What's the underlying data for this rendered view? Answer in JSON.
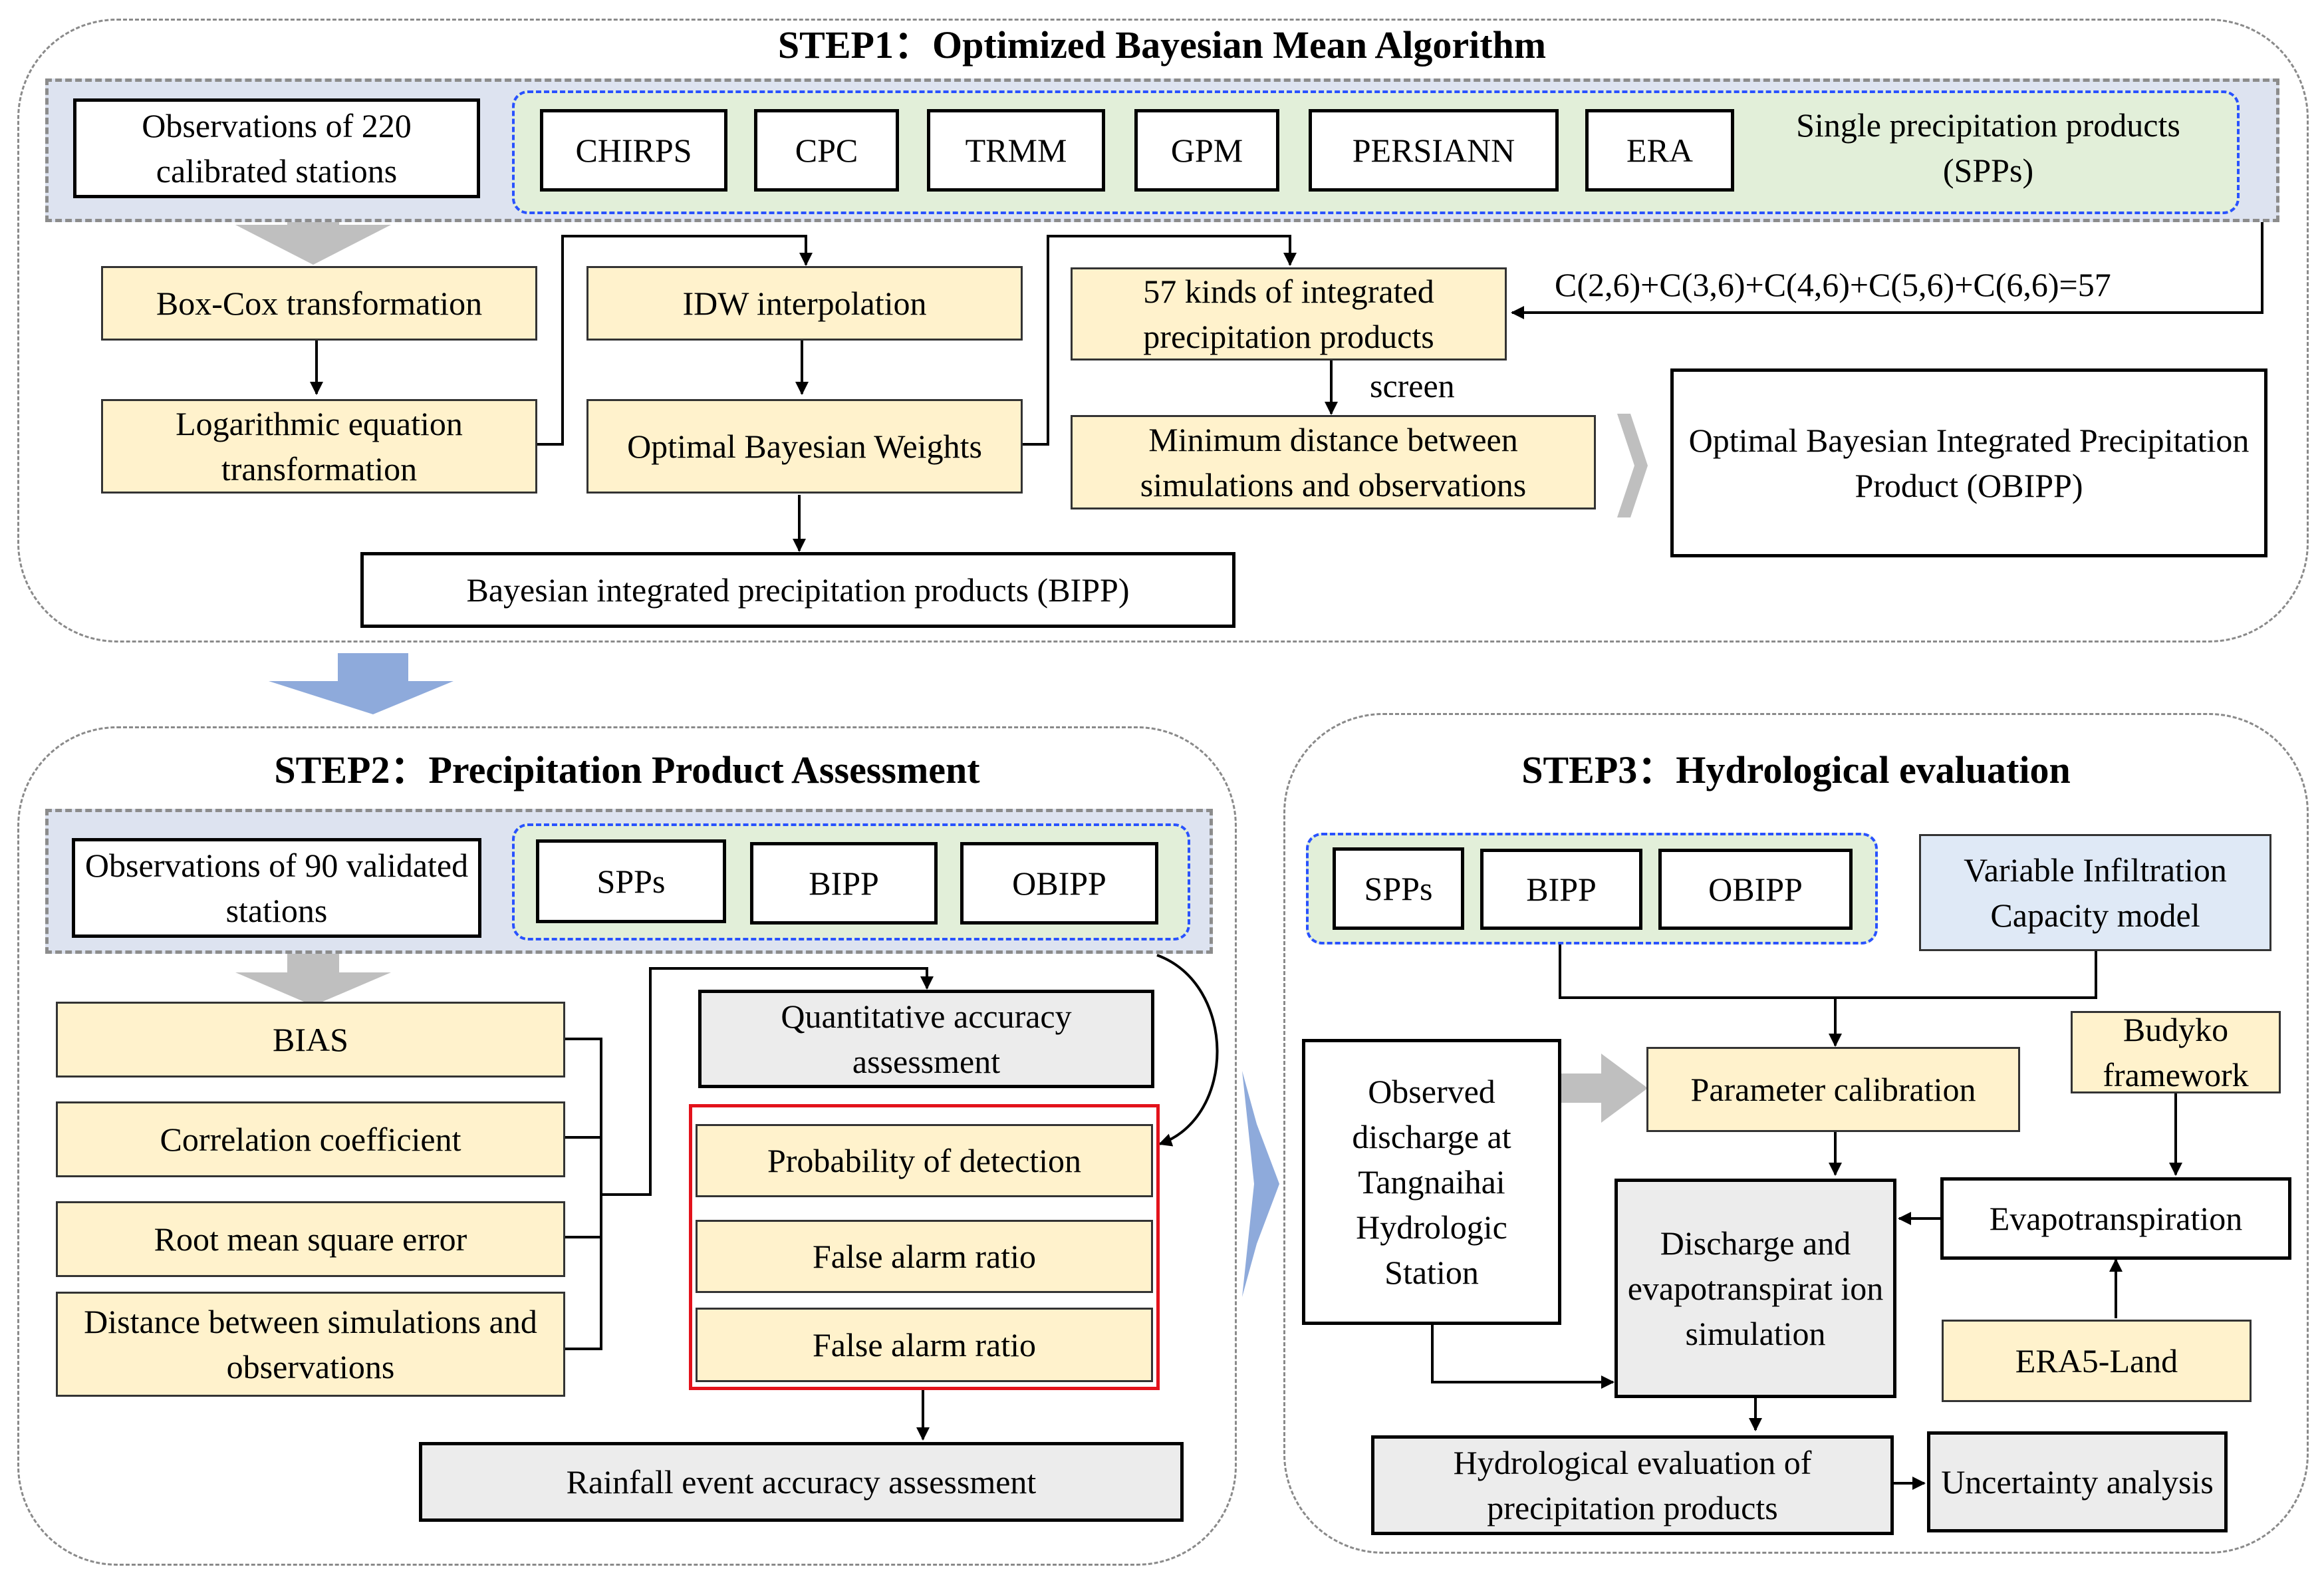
{
  "step1": {
    "title": "STEP1：Optimized Bayesian Mean Algorithm",
    "observations": "Observations of 220 calibrated stations",
    "spps": [
      "CHIRPS",
      "CPC",
      "TRMM",
      "GPM",
      "PERSIANN",
      "ERA"
    ],
    "spp_label": "Single precipitation products (SPPs)",
    "box_cox": "Box-Cox transformation",
    "log_eq": "Logarithmic equation transformation",
    "idw": "IDW interpolation",
    "optimal_weights": "Optimal Bayesian Weights",
    "kinds57": "57 kinds of integrated precipitation products",
    "formula": "C(2,6)+C(3,6)+C(4,6)+C(5,6)+C(6,6)=57",
    "screen": "screen",
    "min_distance": "Minimum distance between simulations and observations",
    "obipp": "Optimal Bayesian Integrated Precipitation Product (OBIPP)",
    "bipp": "Bayesian integrated precipitation products (BIPP)"
  },
  "step2": {
    "title": "STEP2：Precipitation Product Assessment",
    "observations": "Observations of 90 validated stations",
    "products": [
      "SPPs",
      "BIPP",
      "OBIPP"
    ],
    "metrics": [
      "BIAS",
      "Correlation coefficient",
      "Root mean square error",
      "Distance between simulations and observations"
    ],
    "quantitative": "Quantitative accuracy assessment",
    "event_metrics": [
      "Probability of detection",
      "False alarm ratio",
      "False alarm ratio"
    ],
    "rainfall_event": "Rainfall event accuracy assessment"
  },
  "step3": {
    "title": "STEP3：Hydrological evaluation",
    "products": [
      "SPPs",
      "BIPP",
      "OBIPP"
    ],
    "vic": "Variable Infiltration Capacity model",
    "observed": "Observed discharge at Tangnaihai Hydrologic Station",
    "calibration": "Parameter calibration",
    "budyko": "Budyko framework",
    "simulation": "Discharge and evapotranspirat ion simulation",
    "evapotranspiration": "Evapotranspiration",
    "era5land": "ERA5-Land",
    "hydro_eval": "Hydrological evaluation of precipitation products",
    "uncertainty": "Uncertainty analysis"
  },
  "colors": {
    "yellow_box": "#fff2cc",
    "gray_box": "#ececec",
    "blue_box": "#dfe9f6",
    "green_group": "#e2efd9",
    "gray_band": "#dde3f0",
    "group_border": "#2952ff",
    "red_frame": "#e3121b",
    "big_arrow": "#8eaadb",
    "gray_arrow": "#bfbfbf"
  }
}
